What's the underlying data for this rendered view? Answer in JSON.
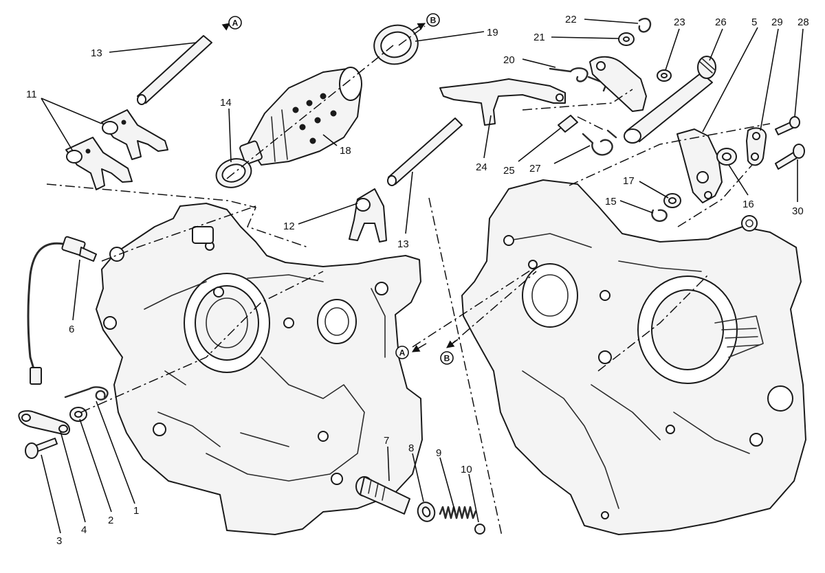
{
  "callouts": {
    "n1": "1",
    "n2": "2",
    "n3": "3",
    "n4": "4",
    "n5": "5",
    "n6": "6",
    "n7": "7",
    "n8": "8",
    "n9": "9",
    "n10": "10",
    "n11": "11",
    "n12": "12",
    "n13a": "13",
    "n13b": "13",
    "n14": "14",
    "n15": "15",
    "n16": "16",
    "n17": "17",
    "n18": "18",
    "n19": "19",
    "n20": "20",
    "n21": "21",
    "n22": "22",
    "n23": "23",
    "n24": "24",
    "n25": "25",
    "n26": "26",
    "n27": "27",
    "n28": "28",
    "n29": "29",
    "n30": "30"
  },
  "references": {
    "A_top": "A",
    "B_top": "B",
    "A_mid": "A",
    "B_mid": "B"
  }
}
